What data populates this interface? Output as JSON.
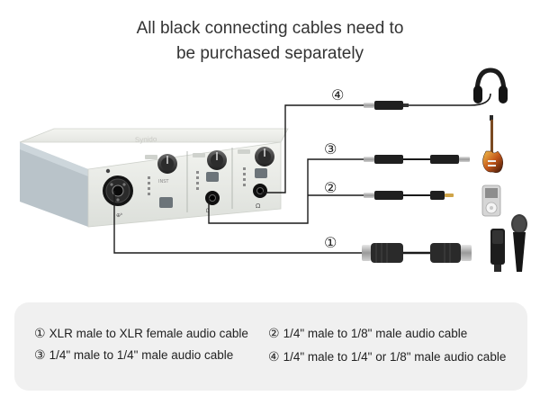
{
  "header": {
    "line1": "All black connecting cables need to",
    "line2": "be purchased separately"
  },
  "device": {
    "brand": "Synido"
  },
  "cable_numbers": {
    "n1": "①",
    "n2": "②",
    "n3": "③",
    "n4": "④"
  },
  "legend": [
    {
      "num": "①",
      "text": "XLR male to XLR female audio cable"
    },
    {
      "num": "②",
      "text": "1/4\" male to 1/8\" male audio cable"
    },
    {
      "num": "③",
      "text": "1/4\" male to 1/4\" male audio cable"
    },
    {
      "num": "④",
      "text": "1/4\" male to 1/4\" or 1/8\" male audio cable"
    }
  ],
  "icons": [
    "headphones-icon",
    "electric-guitar-icon",
    "mp3-player-icon",
    "microphone-icon",
    "condenser-microphone-icon"
  ],
  "colors": {
    "device_body": "#eceee9",
    "cable": "#1a1a1a",
    "legend_bg": "#f0f0f0"
  }
}
